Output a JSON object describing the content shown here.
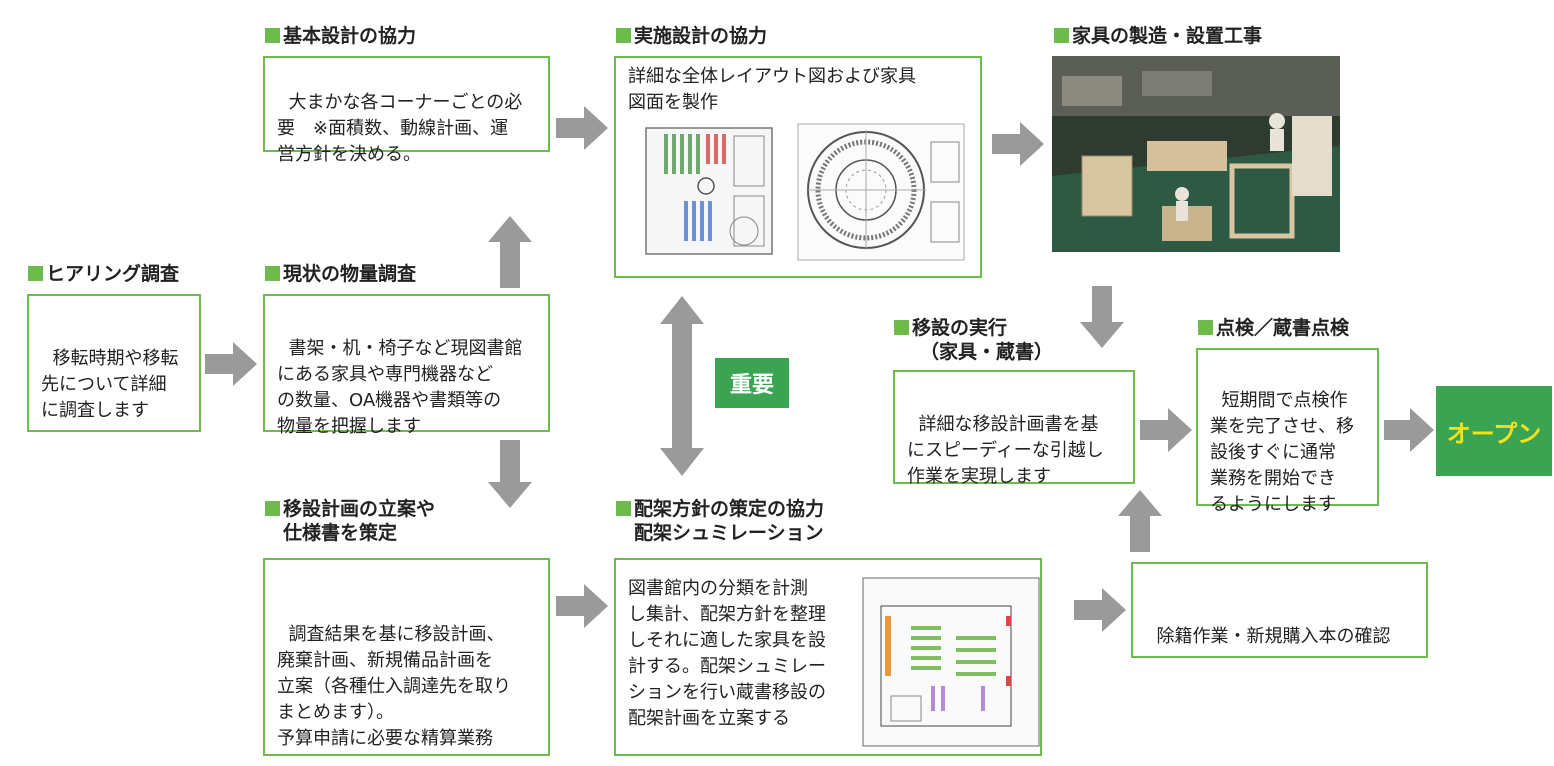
{
  "colors": {
    "accent": "#6dbb4a",
    "badge": "#3aa452",
    "arrow": "#9a9a9a",
    "open_text": "#f5e21b"
  },
  "sections": {
    "hearing": {
      "title": "ヒアリング調査",
      "body": "移転時期や移転\n先について詳細\nに調査します"
    },
    "current": {
      "title": "現状の物量調査",
      "body": "書架・机・椅子など現図書館\nにある家具や専門機器など\nの数量、OA機器や書類等の\n物量を把握します"
    },
    "basic_design": {
      "title": "基本設計の協力",
      "body": "大まかな各コーナーごとの必\n要　※面積数、動線計画、運\n営方針を決める。"
    },
    "detail_design": {
      "title": "実施設計の協力",
      "body": "詳細な全体レイアウト図および家具\n図面を製作"
    },
    "furniture": {
      "title": "家具の製造・設置工事"
    },
    "relocation_plan": {
      "title_line1": "移設計画の立案や",
      "title_line2": "仕様書を策定",
      "body": "調査結果を基に移設計画、\n廃棄計画、新規備品計画を\n立案（各種仕入調達先を取り\nまとめます）。\n予算申請に必要な精算業務"
    },
    "shelving": {
      "title_line1": "配架方針の策定の協力",
      "title_line2": "配架シュミレーション",
      "body": "図書館内の分類を計測\nし集計、配架方針を整理\nしそれに適した家具を設\n計する。配架シュミレー\nションを行い蔵書移設の\n配架計画を立案する"
    },
    "move": {
      "title_line1": "移設の実行",
      "title_line2": "（家具・蔵書）",
      "body": "詳細な移設計画書を基\nにスピーディーな引越し\n作業を実現します"
    },
    "inspection": {
      "title": "点検／蔵書点検",
      "body": "短期間で点検作\n業を完了させ、移\n設後すぐに通常\n業務を開始でき\nるようにします"
    },
    "removal": {
      "body": "除籍作業・新規購入本の確認"
    }
  },
  "badges": {
    "important": "重要",
    "open": "オープン"
  }
}
